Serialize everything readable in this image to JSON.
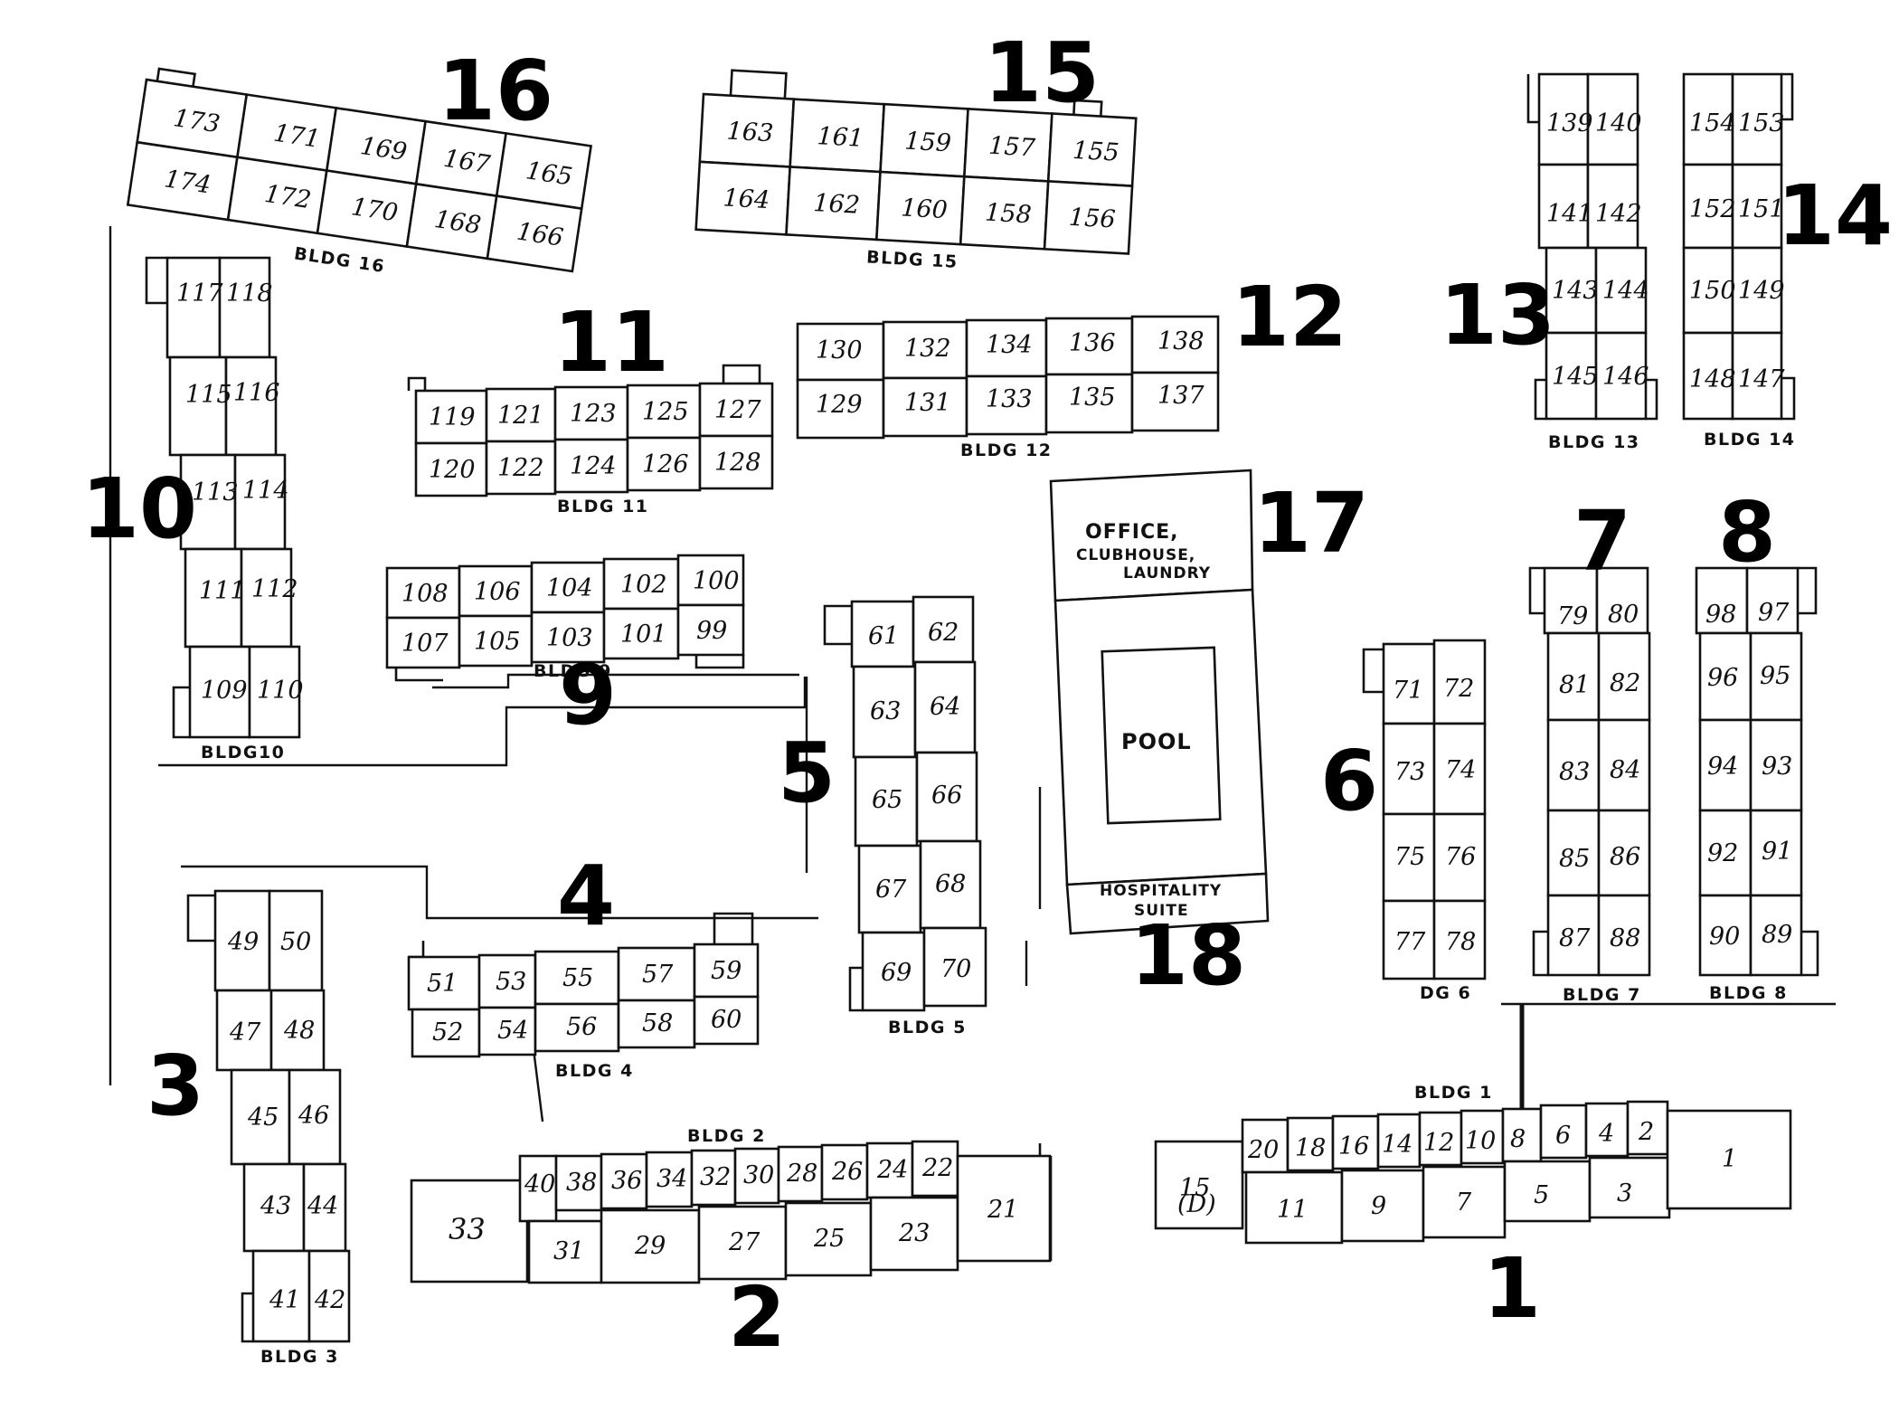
{
  "map": {
    "buildings": {
      "b1": {
        "number": "1",
        "label": "BLDG 1",
        "units": [
          "20",
          "18",
          "16",
          "14",
          "12",
          "10",
          "8",
          "6",
          "4",
          "2",
          "11",
          "9",
          "7",
          "5",
          "3",
          "1",
          "15",
          "(D)"
        ]
      },
      "b2": {
        "number": "2",
        "label": "BLDG 2",
        "units": [
          "40",
          "38",
          "36",
          "34",
          "32",
          "30",
          "28",
          "26",
          "24",
          "22",
          "31",
          "29",
          "27",
          "25",
          "23",
          "21",
          "33"
        ]
      },
      "b3": {
        "number": "3",
        "label": "BLDG 3",
        "units": [
          "49",
          "50",
          "47",
          "48",
          "45",
          "46",
          "43",
          "44",
          "41",
          "42"
        ]
      },
      "b4": {
        "number": "4",
        "label": "BLDG 4",
        "units": [
          "51",
          "53",
          "55",
          "57",
          "59",
          "52",
          "54",
          "56",
          "58",
          "60"
        ]
      },
      "b5": {
        "number": "5",
        "label": "BLDG 5",
        "units": [
          "61",
          "62",
          "63",
          "64",
          "65",
          "66",
          "67",
          "68",
          "69",
          "70"
        ]
      },
      "b6": {
        "number": "6",
        "label": "DG 6",
        "units": [
          "71",
          "72",
          "73",
          "74",
          "75",
          "76",
          "77",
          "78"
        ]
      },
      "b7": {
        "number": "7",
        "label": "BLDG 7",
        "units": [
          "79",
          "80",
          "81",
          "82",
          "83",
          "84",
          "85",
          "86",
          "87",
          "88"
        ]
      },
      "b8": {
        "number": "8",
        "label": "BLDG 8",
        "units": [
          "98",
          "97",
          "96",
          "95",
          "94",
          "93",
          "92",
          "91",
          "90",
          "89"
        ]
      },
      "b9": {
        "number": "9",
        "label": "BLDG 9",
        "units": [
          "108",
          "106",
          "104",
          "102",
          "100",
          "107",
          "105",
          "103",
          "101",
          "99"
        ]
      },
      "b10": {
        "number": "10",
        "label": "BLDG10",
        "units": [
          "117",
          "118",
          "115",
          "116",
          "113",
          "114",
          "111",
          "112",
          "109",
          "110"
        ]
      },
      "b11": {
        "number": "11",
        "label": "BLDG 11",
        "units": [
          "119",
          "121",
          "123",
          "125",
          "127",
          "120",
          "122",
          "124",
          "126",
          "128"
        ]
      },
      "b12": {
        "number": "12",
        "label": "BLDG 12",
        "units": [
          "130",
          "132",
          "134",
          "136",
          "138",
          "129",
          "131",
          "133",
          "135",
          "137"
        ]
      },
      "b13": {
        "number": "13",
        "label": "BLDG 13",
        "units": [
          "139",
          "140",
          "141",
          "142",
          "143",
          "144",
          "145",
          "146"
        ]
      },
      "b14": {
        "number": "14",
        "label": "BLDG 14",
        "units": [
          "154",
          "153",
          "152",
          "151",
          "150",
          "149",
          "148",
          "147"
        ]
      },
      "b15": {
        "number": "15",
        "label": "BLDG 15",
        "units": [
          "163",
          "161",
          "159",
          "157",
          "155",
          "164",
          "162",
          "160",
          "158",
          "156"
        ]
      },
      "b16": {
        "number": "16",
        "label": "BLDG 16",
        "units": [
          "173",
          "171",
          "169",
          "167",
          "165",
          "174",
          "172",
          "170",
          "168",
          "166"
        ]
      }
    },
    "facilities": {
      "office": {
        "number": "17",
        "line1": "OFFICE,",
        "line2": "CLUBHOUSE,",
        "line3": "LAUNDRY"
      },
      "pool": {
        "label": "POOL"
      },
      "hospitality": {
        "number": "18",
        "line1": "HOSPITALITY",
        "line2": "SUITE"
      }
    }
  }
}
